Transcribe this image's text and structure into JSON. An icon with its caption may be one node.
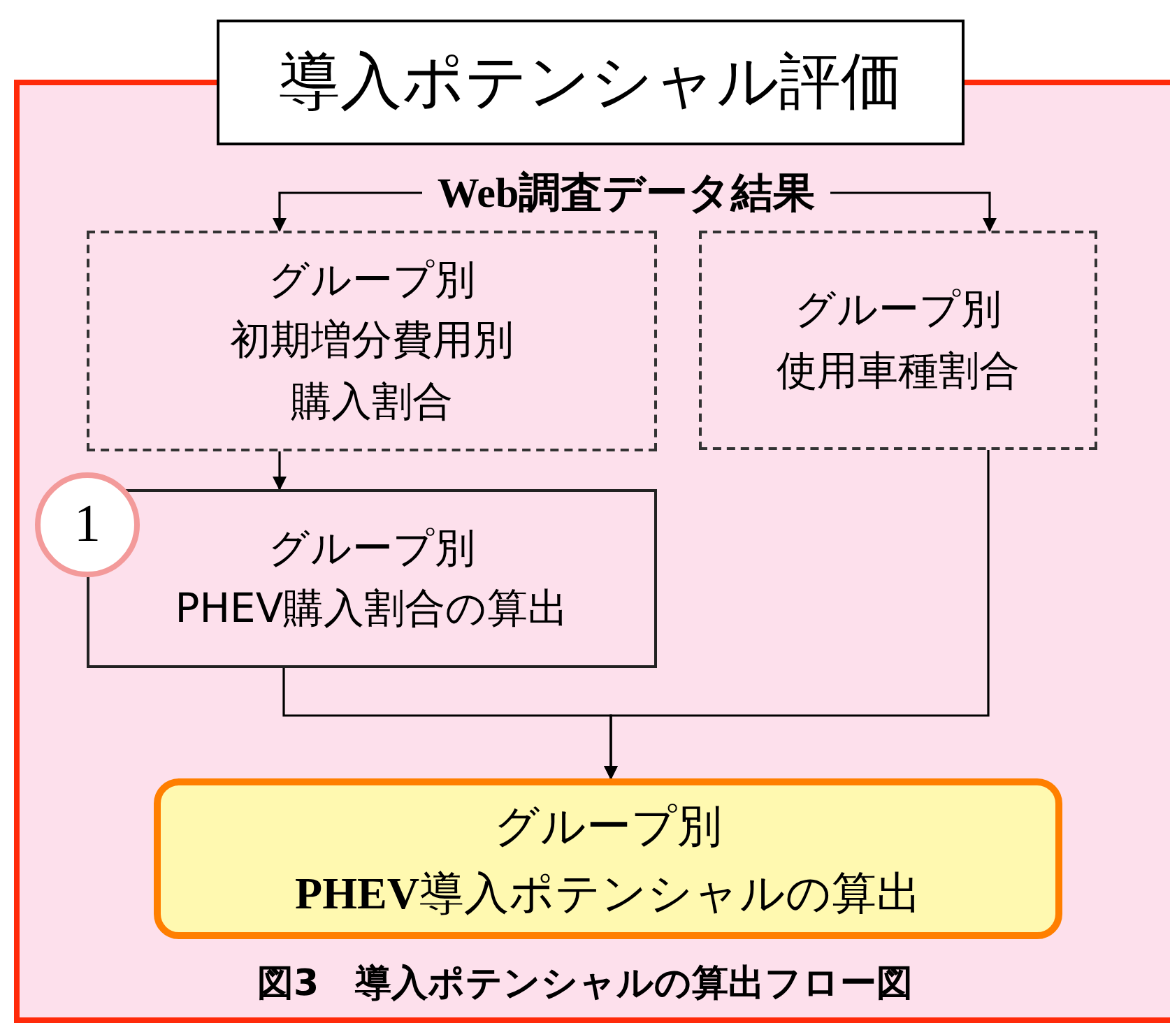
{
  "diagram": {
    "nodes": [
      {
        "text": [
          "導入ポテンシャル評価"
        ]
      },
      {
        "text": [
          "**Web**調査データ結果"
        ]
      },
      {
        "text": [
          "グループ別",
          "初期増分費用別",
          "購入割合"
        ]
      },
      {
        "text": [
          "グループ別",
          "使用車種割合"
        ]
      },
      {
        "text": [
          "グループ別",
          "PHEV購入割合の算出"
        ]
      },
      {
        "text": [
          "1"
        ]
      },
      {
        "text": [
          "グループ別",
          "**PHEV**導入ポテンシャルの算出"
        ]
      }
    ],
    "edges": [
      {
        "from": 1,
        "to": 2,
        "arrow": "to"
      },
      {
        "from": 1,
        "to": 3,
        "arrow": "to"
      },
      {
        "from": 2,
        "to": 4,
        "arrow": "to"
      },
      {
        "from": 4,
        "to": 6,
        "arrow": "to"
      },
      {
        "from": 3,
        "to": 6,
        "arrow": "to"
      }
    ],
    "caption": "図3　導入ポテンシャルの算出フロー図"
  }
}
